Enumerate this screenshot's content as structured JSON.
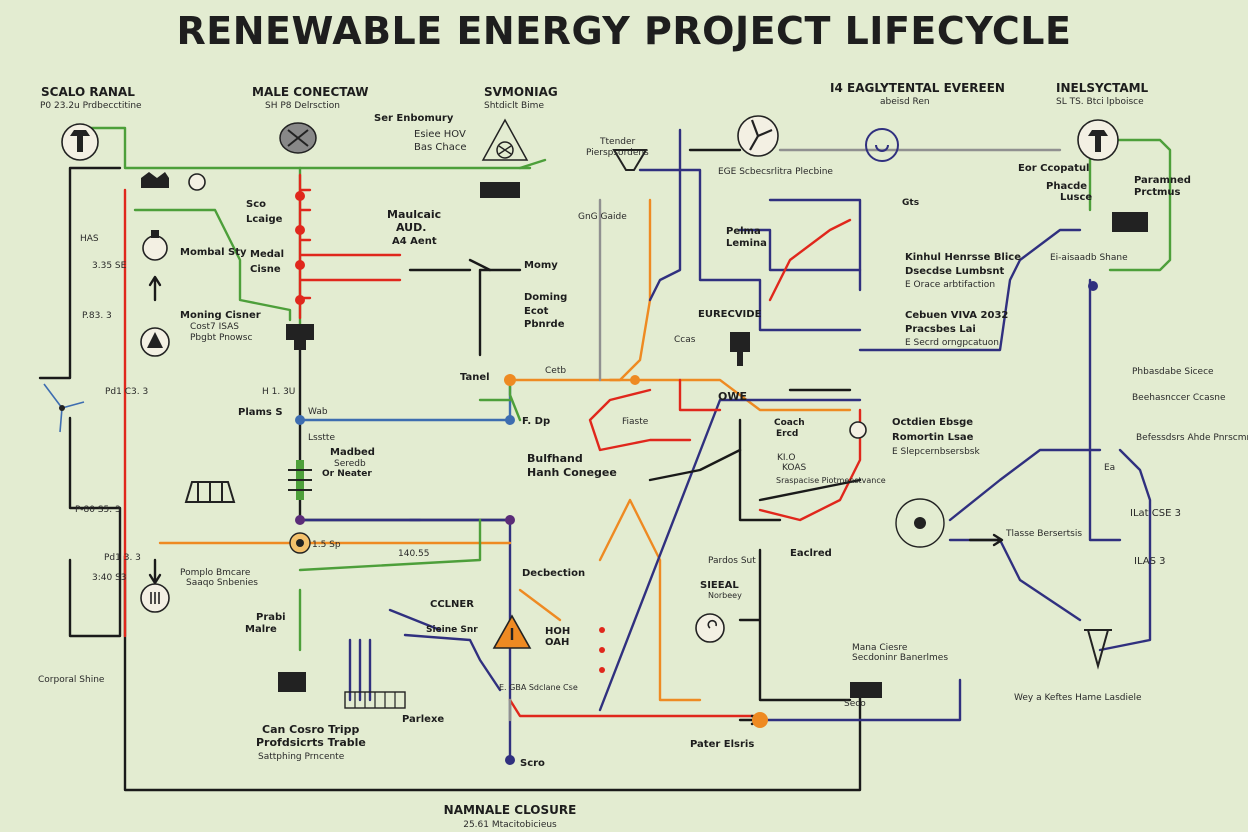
{
  "title": "RENEWABLE ENERGY PROJECT LIFECYCLE",
  "footer": {
    "main": "NAMNALE CLOSURE",
    "sub": "25.61 Mtacitobicieus"
  },
  "labels": {
    "scalo": "SCALO RANAL",
    "scalo_sub": "P0 23.2u Prdbecctitine",
    "male": "MALE CONECTAW",
    "male_sub": "SH P8 Delrsction",
    "svmoniag": "SVMONIAG",
    "svmoniag_sub": "Shtdiclt Bime",
    "lyt": "I4 EAGLYTENTAL EVEREEN",
    "lyt_sub": "abeisd Ren",
    "inel": "INELSYCTAML",
    "inel_sub": "SL TS. Btci lpboisce",
    "ser": "Ser Enbomury",
    "ser_a": "Esiee HOV",
    "ser_b": "Bas Chace",
    "tender": "Ttender",
    "tender_sub": "Pierspsordens",
    "egc": "EGE Scbecsrlitra Plecbine",
    "sco": "Sco",
    "lcaige": "Lcaige",
    "maulcaic": "Maulcaic",
    "aud": "AUD.",
    "aiant": "A4 Aent",
    "medal": "Medal",
    "cisne": "Cisne",
    "mombal": "Mombal Sty",
    "moning": "Moning Cisner",
    "moning_a": "Cost7 ISAS",
    "moning_b": "Pbgbt Pnowsc",
    "momy": "Momy",
    "doming": "Doming",
    "doming_a": "Ecot",
    "doming_b": "Pbnrde",
    "eucp": "Eor Ccopatul",
    "phacle": "Phacde",
    "lusce": "Lusce",
    "paramned": "Paramned",
    "paramned_sub": "Prctmus",
    "glaid": "GnG Gaide",
    "gts": "Gts",
    "pelma": "Pelma",
    "lemina": "Lemina",
    "kinhul": "Kinhul Henrsse Blice",
    "kinhul_a": "Dsecdse Lumbsnt",
    "kinhul_b": "E Orace arbtifaction",
    "eurec": "EURECVIDE",
    "ccas": "Ccas",
    "cebuen": "Cebuen VIVA 2032",
    "cebuen_a": "Pracsbes Lai",
    "cebuen_b": "E Secrd orngpcatuon",
    "tanel": "Tanel",
    "cetb": "Cetb",
    "plams": "Plams S",
    "wab": "Wab",
    "lsstte": "Lsstte",
    "fdp": "F. Dp",
    "fiaste": "Fiaste",
    "owe": "OWE",
    "coach": "Coach",
    "coach_sub": "Ercd",
    "octd": "Octdien Ebsge",
    "octd_a": "Romortin Lsae",
    "octd_b": "E Slepcernbsersbsk",
    "madbed": "Madbed",
    "madbed_a": "Seredb",
    "madbed_b": "Or Neater",
    "bulfand": "Bulfhand",
    "bulfand_a": "Hanh Conegee",
    "kl": "KI.O",
    "ka": "KOAS",
    "eaclred": "Eaclred",
    "deb": "Decbection",
    "pomplo": "Pomplo Bmcare",
    "pomplo_sub": "Saaqo Snbenies",
    "pardos": "Pardos Sut",
    "slaal": "SIEEAL",
    "slaal_sub": "Norbeey",
    "sraspace": "Sraspacise Piotmenstvance",
    "prabi": "Prabi",
    "malre": "Malre",
    "cclner": "CCLNER",
    "seine": "Sieine Snr",
    "hoh": "HOH",
    "oah": "OAH",
    "seltcare": "E. GBA Sdclane Cse",
    "scro": "Scro",
    "parlexe": "Parlexe",
    "can": "Can Cosro Tripp",
    "can_a": "Profdsicrts Trable",
    "can_b": "Sattphing Prncente",
    "pater": "Pater Elsris",
    "seco": "Seco",
    "watker": "Wey a Keftes Hame Lasdiele",
    "coporal": "Corporal Shine",
    "mana": "Mana Ciesre",
    "mana_sub": "Secdoninr Banerlmes",
    "tlasse": "Tlasse Bersertsis",
    "r1": "Phbasdabe Sicece",
    "r2": "Beehasnccer Ccasne",
    "r3": "Befessdsrs Ahde Pnrscmm",
    "ei": "Ei-aisaadb Shane",
    "ea": "Ea",
    "ilat1": "ILat CSE 3",
    "ilat2": "ILAS 3"
  },
  "axis": {
    "l1": "HAS",
    "l2": "3.35 SE",
    "l3": "P.83. 3",
    "l4": "Pd1 C3. 3",
    "l5": "P-80 S5. 3",
    "l6": "Pd1 3. 3",
    "l7": "3:40 S3",
    "m1": "H 1. 3U",
    "m2": "1.5 Sp",
    "m3": "140.55"
  }
}
